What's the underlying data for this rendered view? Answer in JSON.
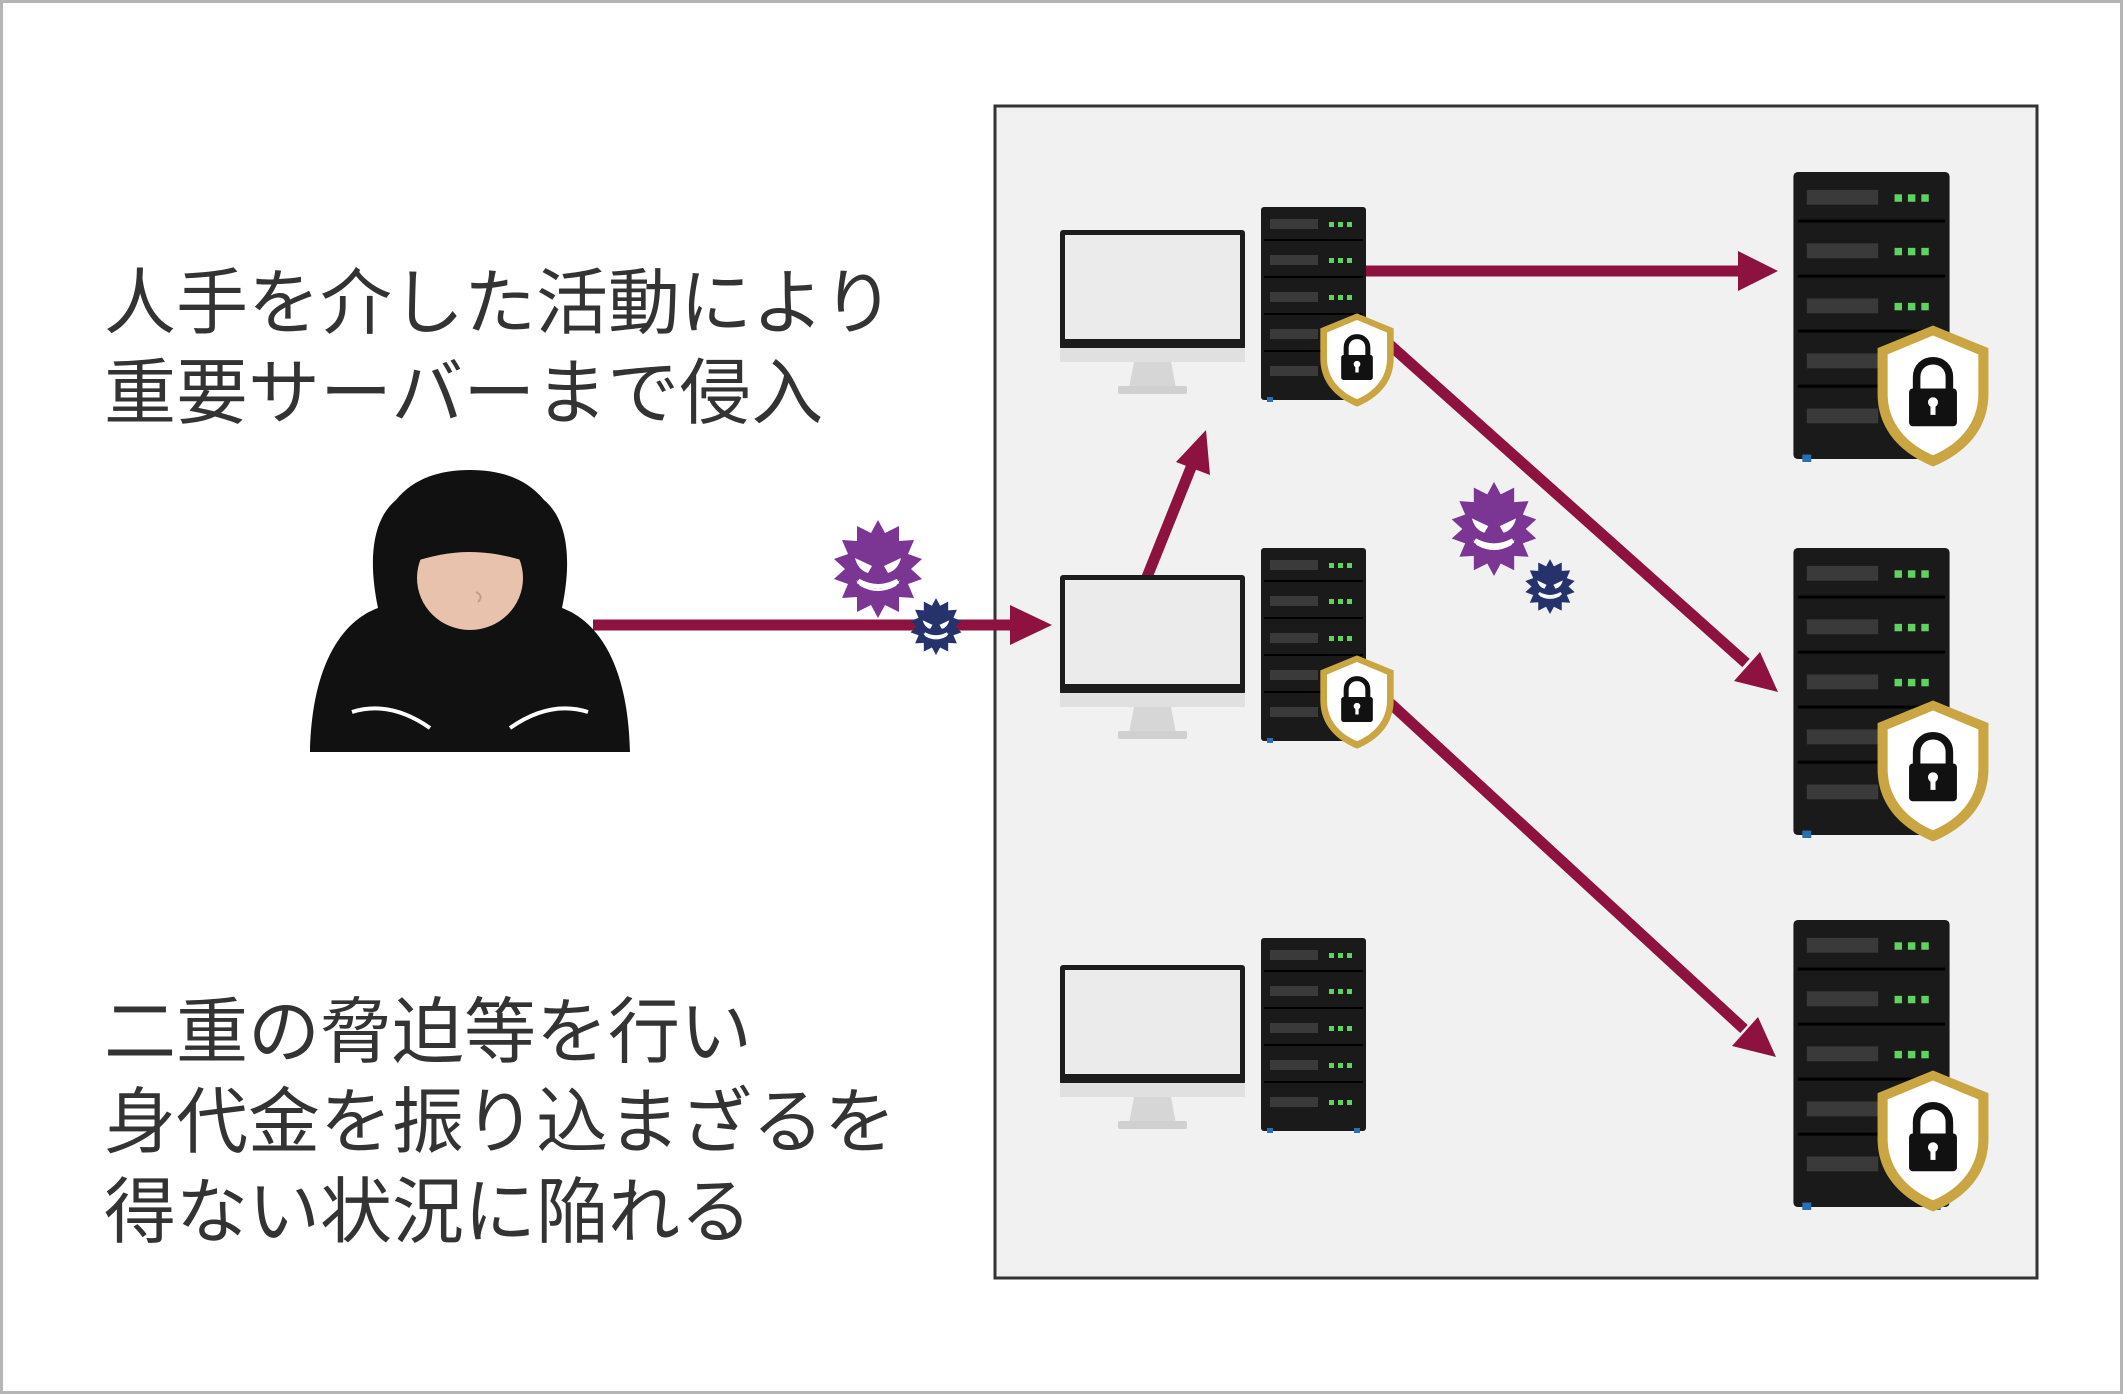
{
  "captions": {
    "top": [
      "人手を介した活動により",
      "重要サーバーまで侵入"
    ],
    "bottom": [
      "二重の脅迫等を行い",
      "身代金を振り込まざるを",
      "得ない状況に陥れる"
    ]
  },
  "colors": {
    "arrow": "#8e1240",
    "network_bg": "#f1f1f1",
    "network_border": "#333333",
    "server_body": "#1a1a1a",
    "server_led": "#5fd35f",
    "shield_rim": "#c9a642",
    "virus_large": "#7b3592",
    "virus_small": "#26326b",
    "skin": "#e9c2ad"
  },
  "icons": [
    "hooded-attacker-icon",
    "virus-icon",
    "monitor-icon",
    "server-rack-icon",
    "lock-shield-icon"
  ]
}
